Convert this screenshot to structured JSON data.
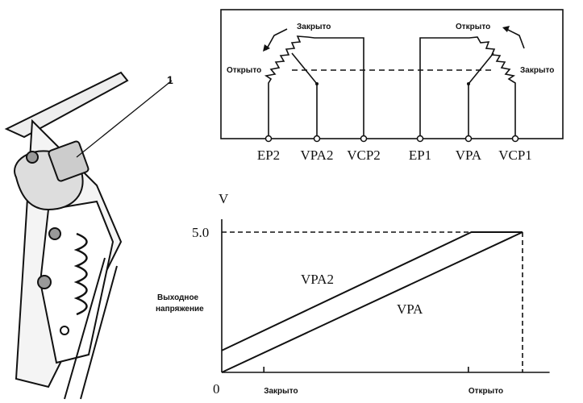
{
  "part_callout": "1",
  "circuit": {
    "terminals": [
      "EP2",
      "VPA2",
      "VCP2",
      "EP1",
      "VPA",
      "VCP1"
    ],
    "left_sensor": {
      "closed_label": "Закрыто",
      "open_label": "Открыто"
    },
    "right_sensor": {
      "open_label": "Открыто",
      "closed_label": "Закрыто"
    }
  },
  "chart_data": {
    "type": "line",
    "ylabel_unit": "V",
    "ylabel": "Выходное напряжение",
    "ytick": "5.0",
    "origin_label": "0",
    "x_ticks": [
      {
        "pos": 0.14,
        "label": "Закрыто"
      },
      {
        "pos": 0.82,
        "label": "Открыто"
      }
    ],
    "xlim": [
      0,
      1.09
    ],
    "ylim": [
      0,
      5
    ],
    "series": [
      {
        "name": "VPA2",
        "x": [
          0,
          0.83,
          1.0
        ],
        "y": [
          0.78,
          5.0,
          5.0
        ]
      },
      {
        "name": "VPA",
        "x": [
          0,
          1.0
        ],
        "y": [
          0,
          5.0
        ]
      }
    ]
  }
}
